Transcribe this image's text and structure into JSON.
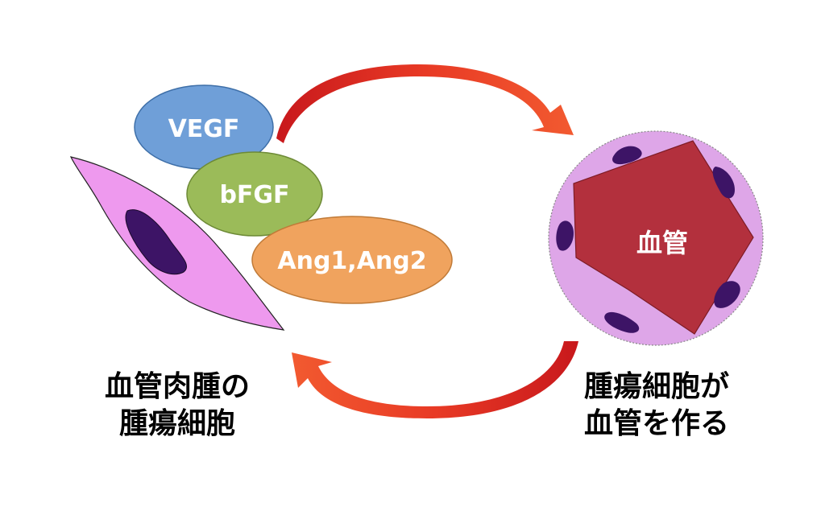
{
  "growth_factors": {
    "vegf": "VEGF",
    "bfgf": "bFGF",
    "ang": "Ang1,Ang2"
  },
  "vessel": {
    "label": "血管"
  },
  "captions": {
    "left_line1": "血管肉腫の",
    "left_line2": "腫瘍細胞",
    "right_line1": "腫瘍細胞が",
    "right_line2": "血管を作る"
  },
  "colors": {
    "vegf": "#6f9fd8",
    "bfgf": "#9bbb59",
    "ang": "#f0a35e",
    "cell_body": "#ee99ee",
    "nucleus": "#3d1466",
    "vessel_wall": "#dea6e8",
    "vessel_lumen": "#b3303d",
    "arrow": "#e83a25"
  }
}
